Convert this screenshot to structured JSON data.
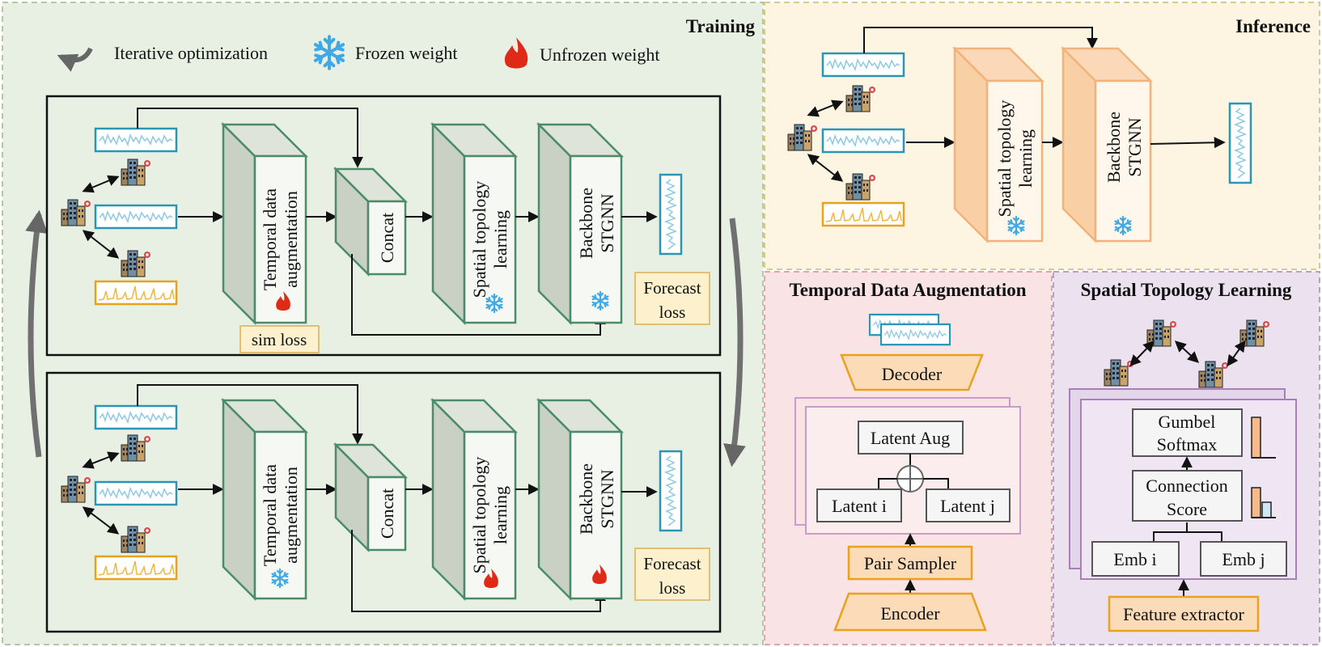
{
  "panels": {
    "training": "Training",
    "inference": "Inference",
    "tda": "Temporal Data Augmentation",
    "stl": "Spatial Topology Learning"
  },
  "legend": {
    "iterative": "Iterative optimization",
    "frozen": "Frozen weight",
    "unfrozen": "Unfrozen weight"
  },
  "blocks": {
    "temporal_l1": "Temporal data",
    "temporal_l2": "augmentation",
    "concat": "Concat",
    "spatial_l1": "Spatial topology",
    "spatial_l2": "learning",
    "backbone_l1": "Backbone",
    "backbone_l2": "STGNN"
  },
  "losses": {
    "sim": "sim loss",
    "forecast_l1": "Forecast",
    "forecast_l2": "loss"
  },
  "tda": {
    "decoder": "Decoder",
    "latent_aug": "Latent Aug",
    "latent_i": "Latent i",
    "latent_j": "Latent j",
    "pair_sampler": "Pair Sampler",
    "encoder": "Encoder"
  },
  "stl": {
    "gumbel_l1": "Gumbel",
    "gumbel_l2": "Softmax",
    "conn_l1": "Connection",
    "conn_l2": "Score",
    "emb_i": "Emb i",
    "emb_j": "Emb j",
    "feature_extractor": "Feature extractor"
  },
  "colors": {
    "training_bg": "#e8f0e4",
    "inference_bg": "#fdf5e2",
    "tda_bg": "#f9e3e5",
    "stl_bg": "#ebe1ef",
    "green_block": "#d5dbd0",
    "green_stroke": "#4a8c6a",
    "orange_block": "#fce0c4",
    "orange_stroke": "#f2b27a",
    "series_blue": "#2a95b4",
    "series_orange": "#e8a21e",
    "loss_fill": "#fdf0cc",
    "loss_stroke": "#e0c078",
    "frozen": "#3fa9e6",
    "unfrozen": "#e02a18"
  },
  "icons": [
    "iterative-arrow-icon",
    "snowflake-icon",
    "flame-icon",
    "city-icon",
    "time-series-icon"
  ]
}
